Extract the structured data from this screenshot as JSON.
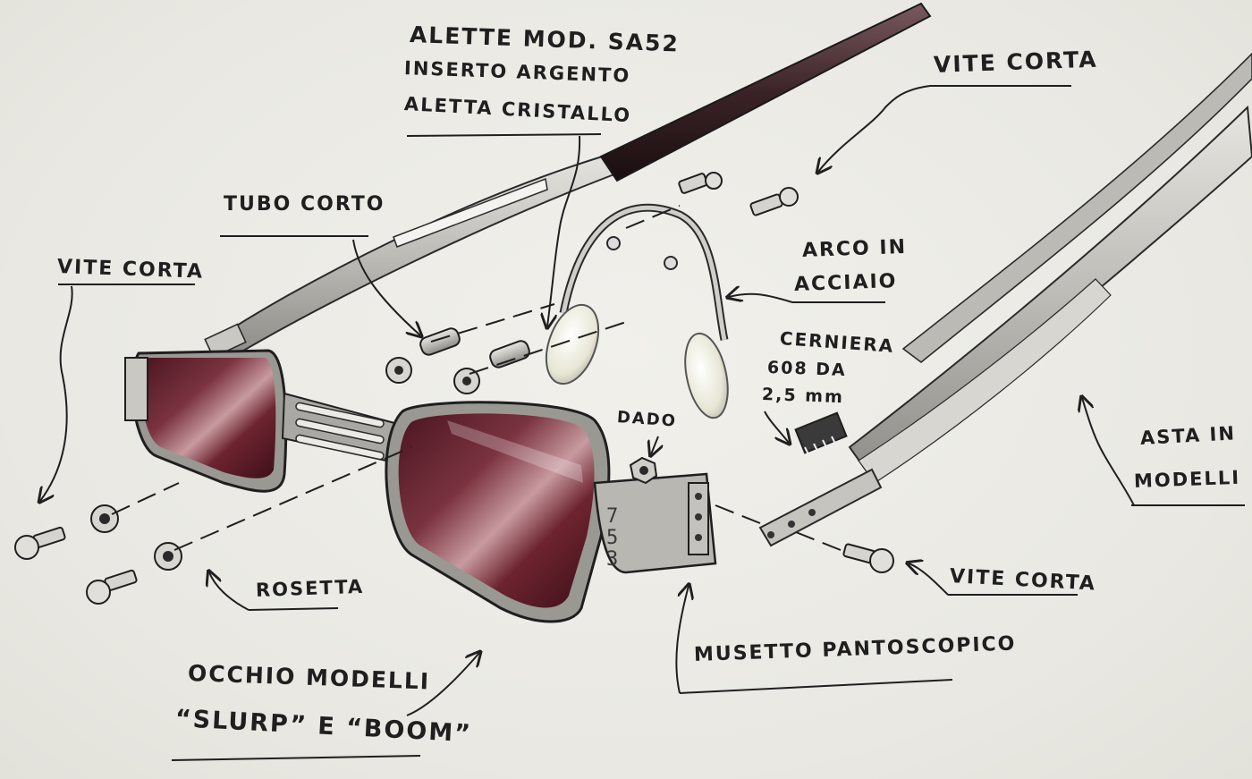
{
  "labels": {
    "alette_mod": "ALETTE MOD. SA52",
    "inserto": "INSERTO ARGENTO",
    "aletta": "ALETTA CRISTALLO",
    "vite_corta_top": "VITE CORTA",
    "tubo_corto": "TUBO CORTO",
    "vite_corta_left": "VITE CORTA",
    "arco_line1": "ARCO IN",
    "arco_line2": "ACCIAIO",
    "cerniera_line1": "CERNIERA",
    "cerniera_line2": "608 DA",
    "cerniera_line3": "2,5 mm",
    "dado": "DADO",
    "asta_line1": "ASTA IN",
    "asta_line2": "MODELLI",
    "vite_corta_right": "VITE CORTA",
    "rosetta": "ROSETTA",
    "musetto": "MUSETTO PANTOSCOPICO",
    "occhio_line1": "OCCHIO MODELLI",
    "occhio_line2": "“SLURP” E “BOOM”"
  },
  "frame_number": "753",
  "colors": {
    "lens": "#6d2430",
    "lens_dark": "#3d0f18",
    "temple_tip": "#3a2326",
    "metal": "#c9c8c3",
    "ink": "#1f1f1f"
  },
  "icons": [
    "screw-icon",
    "washer-icon",
    "tube-icon",
    "nut-icon",
    "hinge-icon",
    "nose-pad-icon",
    "arrow-icon"
  ]
}
